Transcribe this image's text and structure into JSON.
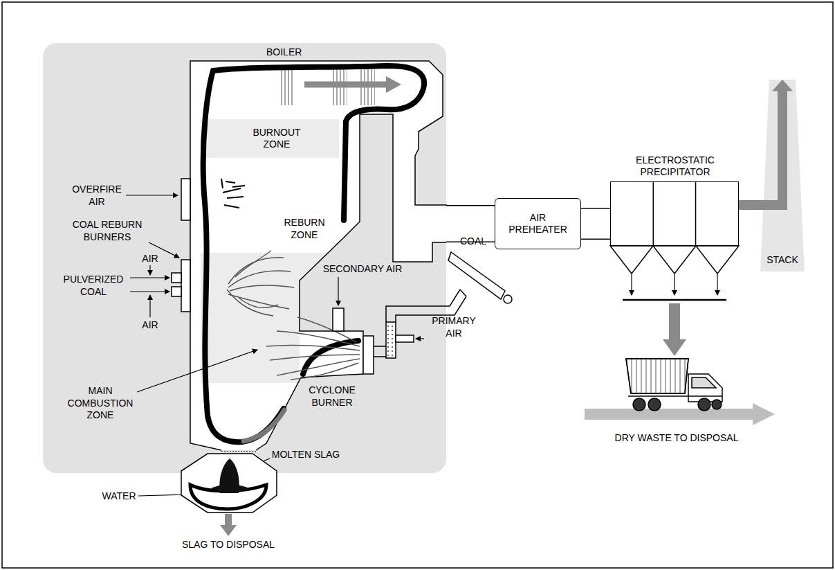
{
  "diagram": {
    "nodes": [
      {
        "text": [
          "BOILER"
        ]
      },
      {
        "text": [
          "BURNOUT ZONE"
        ],
        "in": 0
      },
      {
        "text": [
          "AIR PREHEATER"
        ]
      },
      {
        "text": [
          "ELECTROSTATIC PRECIPITATOR"
        ]
      },
      {
        "text": [
          "STACK"
        ]
      }
    ],
    "edges": [
      {
        "from": 0,
        "to": 2,
        "arrow": "none"
      },
      {
        "from": 2,
        "to": 3,
        "arrow": "none"
      },
      {
        "from": 3,
        "to": 4,
        "arrow": "to"
      }
    ],
    "labels": [
      "OVERFIRE AIR",
      "COAL REBURN BURNERS",
      "AIR",
      "PULVERIZED COAL",
      "AIR",
      "MAIN COMBUSTION ZONE",
      "REBURN ZONE",
      "SECONDARY AIR",
      "COAL",
      "PRIMARY AIR",
      "CYCLONE BURNER",
      "MOLTEN SLAG",
      "WATER",
      "SLAG TO DISPOSAL",
      "DRY WASTE TO DISPOSAL"
    ]
  }
}
